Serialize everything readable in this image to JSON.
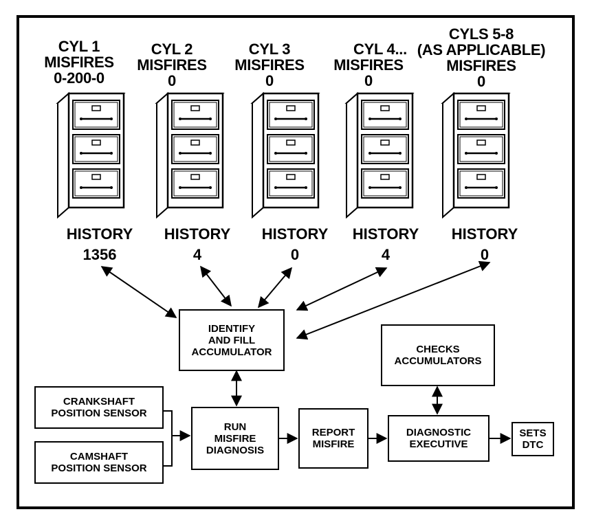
{
  "cylinders": [
    {
      "header": [
        "CYL 1",
        "MISFIRES",
        "0-200-0"
      ],
      "history_label": "HISTORY",
      "history_value": "1356"
    },
    {
      "header": [
        "CYL 2",
        "MISFIRES",
        "0"
      ],
      "history_label": "HISTORY",
      "history_value": "4"
    },
    {
      "header": [
        "CYL 3",
        "MISFIRES",
        "0"
      ],
      "history_label": "HISTORY",
      "history_value": "0"
    },
    {
      "header": [
        "CYL 4...",
        "MISFIRES",
        "0"
      ],
      "history_label": "HISTORY",
      "history_value": "4"
    },
    {
      "header": [
        "CYLS 5-8",
        "(AS APPLICABLE)",
        "MISFIRES",
        "0"
      ],
      "history_label": "HISTORY",
      "history_value": "0"
    }
  ],
  "boxes": {
    "accumulator": [
      "IDENTIFY",
      "AND FILL",
      "ACCUMULATOR"
    ],
    "checks": [
      "CHECKS",
      "ACCUMULATORS"
    ],
    "crankshaft": [
      "CRANKSHAFT",
      "POSITION SENSOR"
    ],
    "camshaft": [
      "CAMSHAFT",
      "POSITION SENSOR"
    ],
    "run_misfire": [
      "RUN",
      "MISFIRE",
      "DIAGNOSIS"
    ],
    "report_misfire": [
      "REPORT",
      "MISFIRE"
    ],
    "diagnostic_executive": [
      "DIAGNOSTIC",
      "EXECUTIVE"
    ],
    "sets_dtc": [
      "SETS",
      "DTC"
    ]
  }
}
